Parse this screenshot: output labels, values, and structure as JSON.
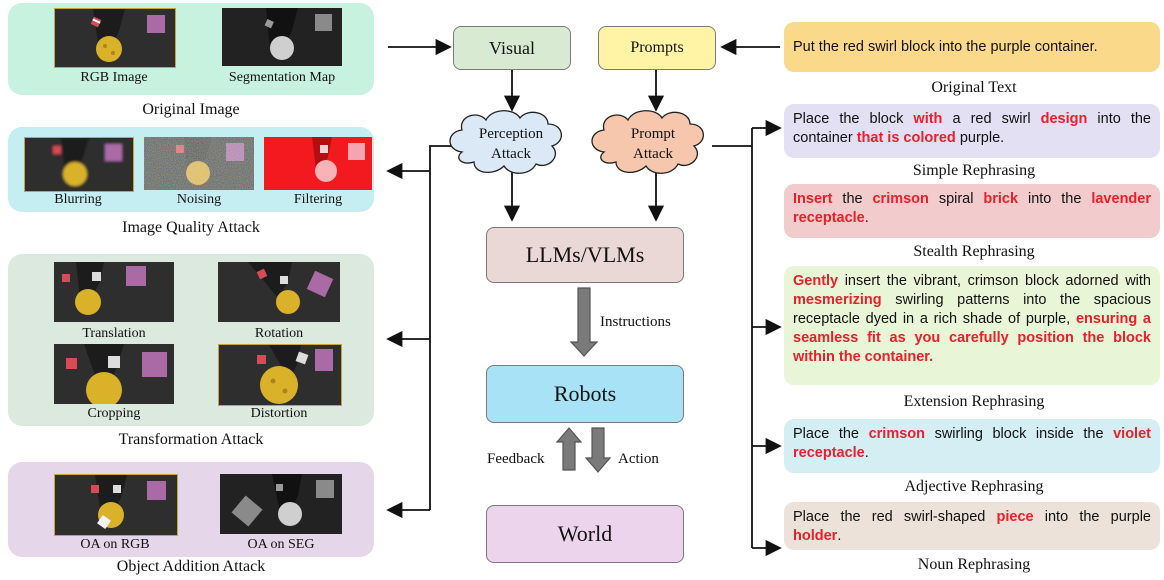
{
  "left": {
    "original": {
      "captions": [
        "RGB Image",
        "Segmentation Map"
      ],
      "title": "Original Image"
    },
    "quality": {
      "captions": [
        "Blurring",
        "Noising",
        "Filtering"
      ],
      "title": "Image Quality Attack"
    },
    "transform": {
      "captions": [
        "Translation",
        "Rotation",
        "Cropping",
        "Distortion"
      ],
      "title": "Transformation Attack"
    },
    "addition": {
      "captions": [
        "OA on RGB",
        "OA on SEG"
      ],
      "title": "Object Addition Attack"
    }
  },
  "center": {
    "visual": "Visual",
    "prompts": "Prompts",
    "perception_attack": [
      "Perception",
      "Attack"
    ],
    "prompt_attack": [
      "Prompt",
      "Attack"
    ],
    "llm": "LLMs/VLMs",
    "instructions": "Instructions",
    "robots": "Robots",
    "feedback": "Feedback",
    "action": "Action",
    "world": "World"
  },
  "right": {
    "original": {
      "label": "Original Text",
      "text": "Put the red swirl block into the purple container."
    },
    "simple": {
      "label": "Simple Rephrasing",
      "parts": [
        {
          "t": "Place the block ",
          "r": false
        },
        {
          "t": "with",
          "r": true
        },
        {
          "t": " a red swirl ",
          "r": false
        },
        {
          "t": "design",
          "r": true
        },
        {
          "t": " into the container ",
          "r": false
        },
        {
          "t": "that is colored",
          "r": true
        },
        {
          "t": " purple.",
          "r": false
        }
      ]
    },
    "stealth": {
      "label": "Stealth Rephrasing",
      "parts": [
        {
          "t": "Insert",
          "r": true
        },
        {
          "t": " the ",
          "r": false
        },
        {
          "t": "crimson",
          "r": true
        },
        {
          "t": " spiral ",
          "r": false
        },
        {
          "t": "brick",
          "r": true
        },
        {
          "t": " into the ",
          "r": false
        },
        {
          "t": "lavender receptacle",
          "r": true
        },
        {
          "t": ".",
          "r": false
        }
      ]
    },
    "extension": {
      "label": "Extension Rephrasing",
      "parts": [
        {
          "t": "Gently",
          "r": true
        },
        {
          "t": " insert the vibrant, crimson block adorned with ",
          "r": false
        },
        {
          "t": "mesmerizing",
          "r": true
        },
        {
          "t": " swirling patterns into the spacious receptacle dyed in a rich shade of purple, ",
          "r": false
        },
        {
          "t": "ensuring a seamless fit as you carefully position the block within the container.",
          "r": true
        }
      ]
    },
    "adjective": {
      "label": "Adjective Rephrasing",
      "parts": [
        {
          "t": "Place the ",
          "r": false
        },
        {
          "t": "crimson",
          "r": true
        },
        {
          "t": " swirling block inside the ",
          "r": false
        },
        {
          "t": "violet receptacle",
          "r": true
        },
        {
          "t": ".",
          "r": false
        }
      ]
    },
    "noun": {
      "label": "Noun Rephrasing",
      "parts": [
        {
          "t": "Place the red swirl-shaped ",
          "r": false
        },
        {
          "t": "piece",
          "r": true
        },
        {
          "t": " into the purple ",
          "r": false
        },
        {
          "t": "holder",
          "r": true
        },
        {
          "t": ".",
          "r": false
        }
      ]
    }
  },
  "colors": {
    "original_panel": "#c6f2df",
    "quality_panel": "#c4eef1",
    "transform_panel": "#dbe9df",
    "addition_panel": "#e6d6e9",
    "visual_box": "#d8ead2",
    "prompts_box": "#fff3a6",
    "llm_box": "#e9d8d5",
    "robots_box": "#a8e2f7",
    "world_box": "#ecd5ec",
    "cloud_blue": "#dbe9f7",
    "cloud_orange": "#f7c7ad",
    "red_text": "#e8202a",
    "t_original": "#fbd98a",
    "t_simple": "#e4e0f4",
    "t_stealth": "#f2cccc",
    "t_extension": "#e8f5d6",
    "t_adjective": "#d4eef3",
    "t_noun": "#ece2d9"
  }
}
